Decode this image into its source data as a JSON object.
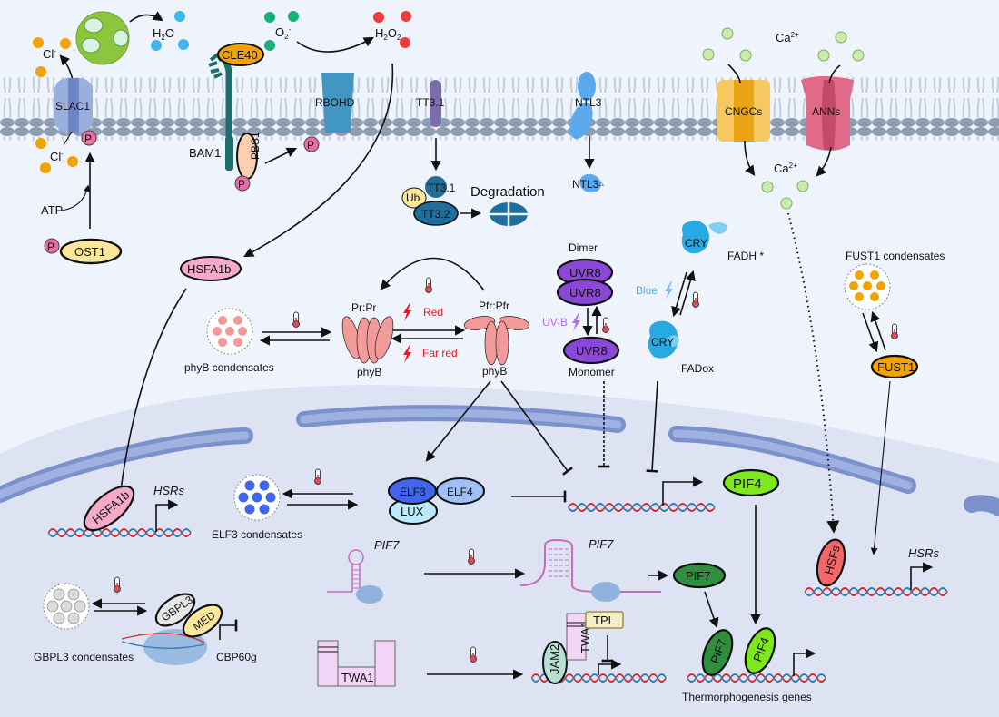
{
  "colors": {
    "background": "#eef3fc",
    "nucleus": "#dde3f3",
    "membrane_head": "#8f9db3",
    "membrane_tail": "#b9c7dc",
    "nuclear_envelope": "#8fa3d6",
    "red_light": "#e8181e",
    "blue_light": "#4db4ee",
    "uvb_light": "#b56cf0"
  },
  "membrane_proteins": {
    "slac1": "SLAC1",
    "cle40": "CLE40",
    "bam1": "BAM1",
    "pbs1": "PBS1",
    "rbohd": "RBOHD",
    "tt31": "TT3.1",
    "ntl3": "NTL3",
    "cngcs": "CNGCs",
    "anns": "ANNs"
  },
  "molecules": {
    "cl_out": "Cl",
    "cl_in": "Cl",
    "cl_superscript": "-",
    "h2o": "H",
    "h2o_sub": "2",
    "h2o_end": "O",
    "o2": "O",
    "o2_sub": "2",
    "o2_sup": "-",
    "h2o2_h": "H",
    "h2o2_sub1": "2",
    "h2o2_o": "O",
    "h2o2_sub2": "2",
    "ca_out": "Ca",
    "ca_in": "Ca",
    "ca_sup": "2+",
    "atp": "ATP",
    "phospho": "P"
  },
  "cytoplasm": {
    "ost1": "OST1",
    "hsfa1b": "HSFA1b",
    "tt31_inner": "TT3.1",
    "ub": "Ub",
    "tt32": "TT3.2",
    "degradation": "Degradation",
    "ntl3_delta": "NTL3",
    "ntl3_delta_mark": "△",
    "phyb_condensates": "phyB condensates",
    "pr_pr": "Pr:Pr",
    "pfr_pfr": "Pfr:Pfr",
    "phyb_left": "phyB",
    "phyb_right": "phyB",
    "red_label": "Red",
    "far_red_label": "Far  red",
    "dimer": "Dimer",
    "uvr8_top": "UVR8",
    "uvr8_mid": "UVR8",
    "uvr8_mono": "UVR8",
    "monomer": "Monomer",
    "uvb_label": "UV-B",
    "cry_top": "CRY",
    "cry_bottom": "CRY",
    "fadh": "FADH *",
    "fadox": "FADox",
    "blue_label": "Blue",
    "fust1_condensates": "FUST1 condensates",
    "fust1": "FUST1"
  },
  "nucleus": {
    "hsfa1b": "HSFA1b",
    "hsrs_left": "HSRs",
    "elf3_condensates": "ELF3 condensates",
    "elf3": "ELF3",
    "elf4": "ELF4",
    "lux": "LUX",
    "pif4_top": "PIF4",
    "pif7_left": "PIF7",
    "pif7_right": "PIF7",
    "pif7_protein": "PIF7",
    "gbpl3_condensates": "GBPL3 condensates",
    "gbpl3": "GBPL3",
    "med": "MED",
    "cbp60g": "CBP60g",
    "twa1_left": "TWA1",
    "twa1_right": "TWA1",
    "tpl": "TPL",
    "jam2": "JAM2",
    "pif7_bound": "PIF7",
    "pif4_bound": "PIF4",
    "thermo_genes": "Thermorphogenesis genes",
    "hsfs": "HSFs",
    "hsrs_right": "HSRs"
  }
}
